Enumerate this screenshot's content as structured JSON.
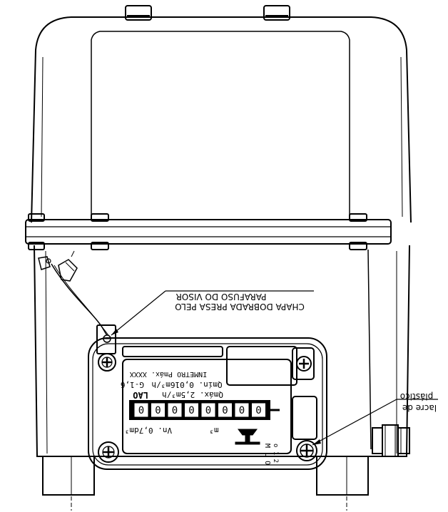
{
  "annotations": {
    "visor_line1": "CHAPA DOBRADA PRESA PELO",
    "visor_line2": "PARAFUSO DO VISOR",
    "seal_line1": "lacre de",
    "seal_line2": "plástico"
  },
  "nameplate": {
    "model": "G-1,6",
    "brand_mark": "LAO",
    "line_a": "INMETRO Pmáx. XXXX",
    "line_b": "Qmín. 0,016m³/h",
    "line_c": "Qmáx. 2,5m³/h",
    "cyclic_volume": "Vn. 0,7dm³",
    "unit": "m³",
    "maker_letters": "M L O",
    "maker_digits": "o 1 2",
    "counter_digits": [
      "0",
      "0",
      "0",
      "0",
      "0",
      "0",
      "0",
      "0"
    ]
  }
}
